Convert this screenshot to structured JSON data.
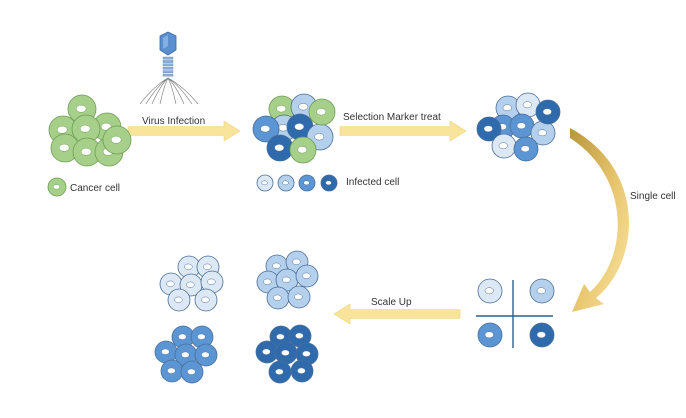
{
  "labels": {
    "virus_infection": "Virus Infection",
    "selection_marker": "Selection Marker treat",
    "cancer_cell": "Cancer cell",
    "infected_cell": "Infected cell",
    "single_cell": "Single cell",
    "scale_up": "Scale Up"
  },
  "colors": {
    "cancer": "#a6cf8a",
    "cancer_stroke": "#6d9e52",
    "blue_1": "#dde8f5",
    "blue_2": "#b5d0ec",
    "blue_3": "#5b95d3",
    "blue_4": "#2f6aad",
    "cell_stroke": "#4a6f98",
    "arrow": "#f8e49a",
    "curved_arrow_dark": "#c2a24a",
    "curved_arrow_light": "#fbe6a6",
    "virus_head": "#5c8fd0",
    "plate_line": "#2d5f8f"
  }
}
